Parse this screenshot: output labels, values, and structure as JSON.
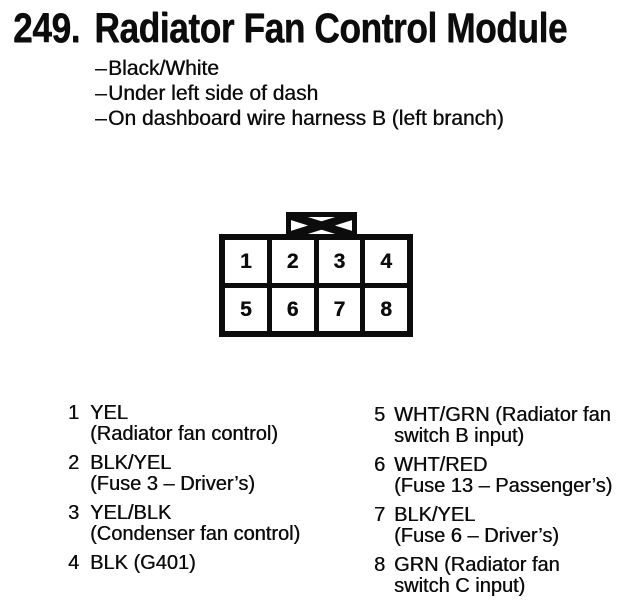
{
  "title": {
    "number": "249.",
    "text": "Radiator Fan Control Module"
  },
  "notes": {
    "dash": "–",
    "items": [
      "Black/White",
      "Under left side of dash",
      "On dashboard wire harness B (left branch)"
    ]
  },
  "connector": {
    "pins": [
      "1",
      "2",
      "3",
      "4",
      "5",
      "6",
      "7",
      "8"
    ]
  },
  "legend": {
    "left": [
      {
        "num": "1",
        "lines": [
          "YEL",
          "(Radiator fan control)"
        ]
      },
      {
        "num": "2",
        "lines": [
          "BLK/YEL",
          "(Fuse 3 – Driver’s)"
        ]
      },
      {
        "num": "3",
        "lines": [
          "YEL/BLK",
          "(Condenser fan control)"
        ]
      },
      {
        "num": "4",
        "lines": [
          "BLK (G401)"
        ]
      }
    ],
    "right": [
      {
        "num": "5",
        "lines": [
          "WHT/GRN (Radiator fan",
          "switch B input)"
        ]
      },
      {
        "num": "6",
        "lines": [
          "WHT/RED",
          "(Fuse 13 – Passenger’s)"
        ]
      },
      {
        "num": "7",
        "lines": [
          "BLK/YEL",
          "(Fuse 6 – Driver’s)"
        ]
      },
      {
        "num": "8",
        "lines": [
          "GRN (Radiator fan",
          "switch C input)"
        ]
      }
    ]
  },
  "colors": {
    "ink": "#0c0c0c",
    "paper": "#ffffff"
  }
}
